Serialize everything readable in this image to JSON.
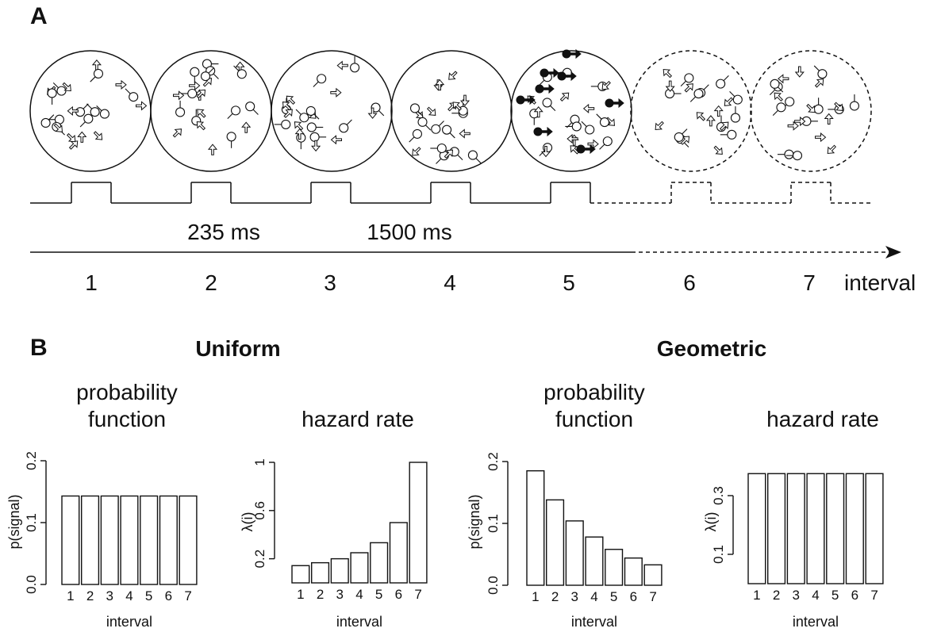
{
  "panel_a": {
    "label": "A",
    "duration_short": "235 ms",
    "duration_long": "1500 ms",
    "intervals": [
      "1",
      "2",
      "3",
      "4",
      "5",
      "6",
      "7"
    ],
    "interval_word": "interval",
    "signal_interval": 5,
    "solid_intervals": 5
  },
  "panel_b": {
    "label": "B",
    "uniform_title": "Uniform",
    "geometric_title": "Geometric"
  },
  "chart_data": [
    {
      "type": "bar",
      "title": "probability function",
      "group": "Uniform",
      "categories": [
        "1",
        "2",
        "3",
        "4",
        "5",
        "6",
        "7"
      ],
      "values": [
        0.143,
        0.143,
        0.143,
        0.143,
        0.143,
        0.143,
        0.143
      ],
      "xlabel": "interval",
      "ylabel": "p(signal)",
      "ylim": [
        0,
        0.2
      ],
      "yticks": [
        "0.0",
        "0.1",
        "0.2"
      ]
    },
    {
      "type": "bar",
      "title": "hazard rate",
      "group": "Uniform",
      "categories": [
        "1",
        "2",
        "3",
        "4",
        "5",
        "6",
        "7"
      ],
      "values": [
        0.143,
        0.167,
        0.2,
        0.25,
        0.333,
        0.5,
        1.0
      ],
      "xlabel": "interval",
      "ylabel": "λ(i)",
      "ylim": [
        0,
        1
      ],
      "yticks": [
        "0.2",
        "0.6",
        "1"
      ]
    },
    {
      "type": "bar",
      "title": "probability function",
      "group": "Geometric",
      "categories": [
        "1",
        "2",
        "3",
        "4",
        "5",
        "6",
        "7"
      ],
      "values": [
        0.185,
        0.138,
        0.104,
        0.078,
        0.058,
        0.044,
        0.033
      ],
      "xlabel": "interval",
      "ylabel": "p(signal)",
      "ylim": [
        0,
        0.2
      ],
      "yticks": [
        "0.0",
        "0.1",
        "0.2"
      ]
    },
    {
      "type": "bar",
      "title": "hazard rate",
      "group": "Geometric",
      "categories": [
        "1",
        "2",
        "3",
        "4",
        "5",
        "6",
        "7"
      ],
      "values": [
        0.375,
        0.375,
        0.375,
        0.375,
        0.375,
        0.375,
        0.375
      ],
      "xlabel": "interval",
      "ylabel": "λ(i)",
      "ylim": [
        0,
        0.4
      ],
      "yticks": [
        "0.1",
        "0.3"
      ]
    }
  ]
}
